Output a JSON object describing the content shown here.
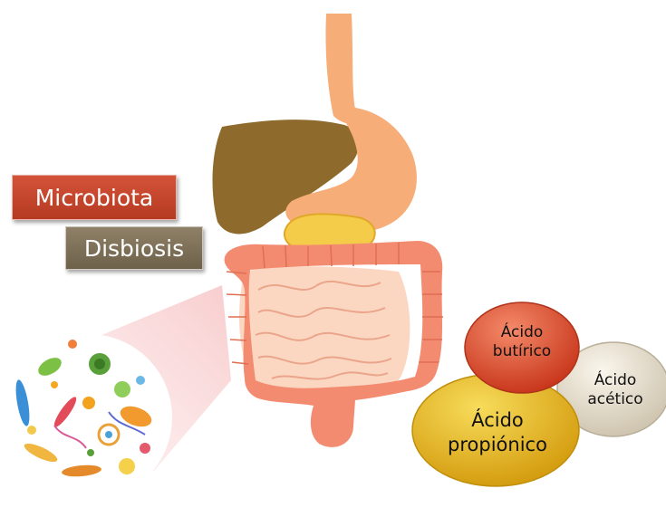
{
  "labels": {
    "microbiota": "Microbiota",
    "disbiosis": "Disbiosis"
  },
  "acids": {
    "butirico": {
      "line1": "Ácido",
      "line2": "butírico",
      "color": "#d84a2e"
    },
    "acetico": {
      "line1": "Ácido",
      "line2": "acético",
      "color": "#ded7c7"
    },
    "propionico": {
      "line1": "Ácido",
      "line2": "propiónico",
      "color": "#e6b21c"
    }
  },
  "organs": {
    "liver_color": "#8e6a2c",
    "stomach_color": "#f7ad78",
    "pancreas_color": "#f5cc4a",
    "intestine_color": "#f28b70"
  }
}
